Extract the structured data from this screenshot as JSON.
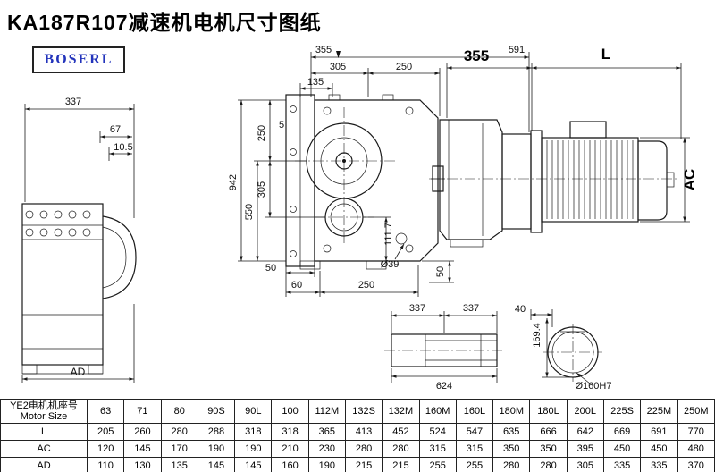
{
  "page": {
    "title": "KA187R107减速机电机尺寸图纸",
    "logo": "BOSERL"
  },
  "dims": {
    "front": {
      "t355": "355",
      "t591": "591",
      "t305": "305",
      "t250": "250",
      "t135": "135",
      "l250": "250",
      "l5": "5",
      "l305": "305",
      "l550": "550",
      "l942": "942",
      "r111": "111.7",
      "b50l": "50",
      "b60": "60",
      "b250": "250",
      "d39": "Ø39",
      "b50r": "50"
    },
    "motor": {
      "d355": "355",
      "dL": "L",
      "dAC": "AC"
    },
    "left": {
      "w337": "337",
      "d67": "67",
      "d105": "10.5",
      "ad": "AD"
    },
    "shaft": {
      "s1": "337",
      "s2": "337",
      "total": "624"
    },
    "bore": {
      "w40": "40",
      "h169": "169.4",
      "label": "Ø160H7"
    }
  },
  "table": {
    "header_cn": "YE2电机机座号",
    "header_en": "Motor Size",
    "columns": [
      "63",
      "71",
      "80",
      "90S",
      "90L",
      "100",
      "112M",
      "132S",
      "132M",
      "160M",
      "160L",
      "180M",
      "180L",
      "200L",
      "225S",
      "225M",
      "250M"
    ],
    "rows": [
      {
        "label": "L",
        "values": [
          "205",
          "260",
          "280",
          "288",
          "318",
          "318",
          "365",
          "413",
          "452",
          "524",
          "547",
          "635",
          "666",
          "642",
          "669",
          "691",
          "770"
        ]
      },
      {
        "label": "AC",
        "values": [
          "120",
          "145",
          "170",
          "190",
          "190",
          "210",
          "230",
          "280",
          "280",
          "315",
          "315",
          "350",
          "350",
          "395",
          "450",
          "450",
          "480"
        ]
      },
      {
        "label": "AD",
        "values": [
          "110",
          "130",
          "135",
          "145",
          "145",
          "160",
          "190",
          "215",
          "215",
          "255",
          "255",
          "280",
          "280",
          "305",
          "335",
          "335",
          "370"
        ]
      }
    ]
  }
}
